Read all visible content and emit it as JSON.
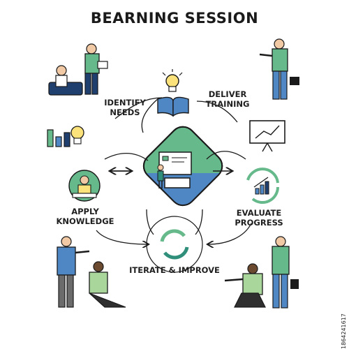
{
  "title": "BEARNING SESSION",
  "steps": {
    "identify": "IDENTIFY\nNEEDS",
    "deliver": "DELIVER\nTRAINING",
    "apply": "APPLY\nKNOWLEDGE",
    "evaluate": "EVALUATE\nPROGRESS",
    "iterate": "ITERATE & IMPROVE"
  },
  "stock_id": "1864241617",
  "colors": {
    "green": "#66b98a",
    "light_green": "#a9d79b",
    "blue": "#4f86c4",
    "navy": "#1f3f6e",
    "teal": "#2f8f7a",
    "outline": "#1a1a1a"
  },
  "icons": [
    "lightbulb-icon",
    "open-book-icon",
    "bar-chart-icon",
    "presentation-board-icon",
    "cycle-arrows-icon",
    "trend-chart-icon",
    "left-right-arrows-icon",
    "right-arrow-icon"
  ]
}
